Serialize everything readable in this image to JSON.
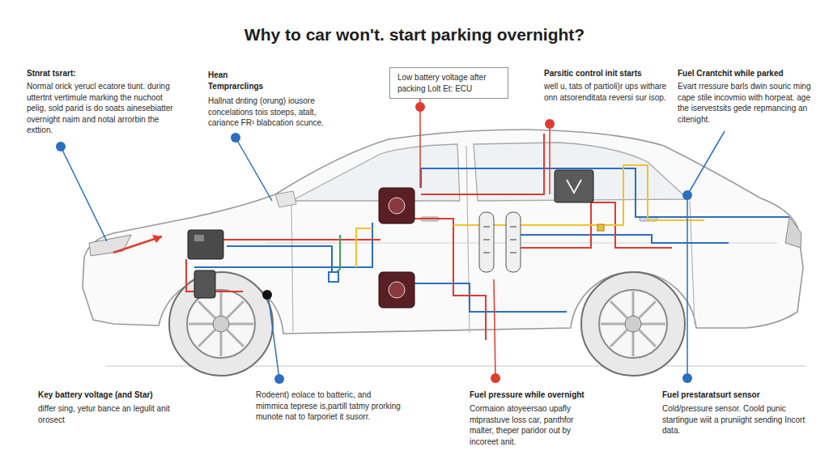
{
  "diagram": {
    "title": "Why to car won't. start parking overnight?",
    "nodes": [
      {
        "text": [
          "Low battery voltage after packing Lolt Et: ECU"
        ]
      }
    ],
    "labels": [
      "Stnrat tsrart:",
      "Normal orick yerucl ecatore tiunt. during uttertnt vertimule marking the nuchoot pelig, sold parid is do soats ainesebiatter overnight naim and notal arrorbin the exttion.",
      "Hean Temprarclings",
      "Hallnat dnting (orung) iousore concelations tois stoeps, atalt, cariance FR¹ blabcation scunce.",
      "Parsitic control init starts",
      "well u, tats of partioli)r ups withare onn atsorenditata reversi sur isop.",
      "Fuel Crantchit while parked",
      "Evart rressure barls dwin souric ming cape stile incovmio with horpeat. age the iservestsits gede repmancing an citenight.",
      "Key battery voltage (and Star)",
      "differ sing, yetur bance an legulit anit orosect",
      "Rodeent) eolace to batteric, and mimmica teprese is,partill tatmy prorking munote nat to farporiet it susorr.",
      "Fuel pressure while overnight",
      "Cormaion atoyeersao upafly mtprastuve loss car, panthfor malter, theper paridor out by incoreet anit.",
      "Fuel prestaratsurt sensor",
      "Cold/pressure sensor. Coold punic startingue wiit a pruniight sending Incort data."
    ]
  }
}
